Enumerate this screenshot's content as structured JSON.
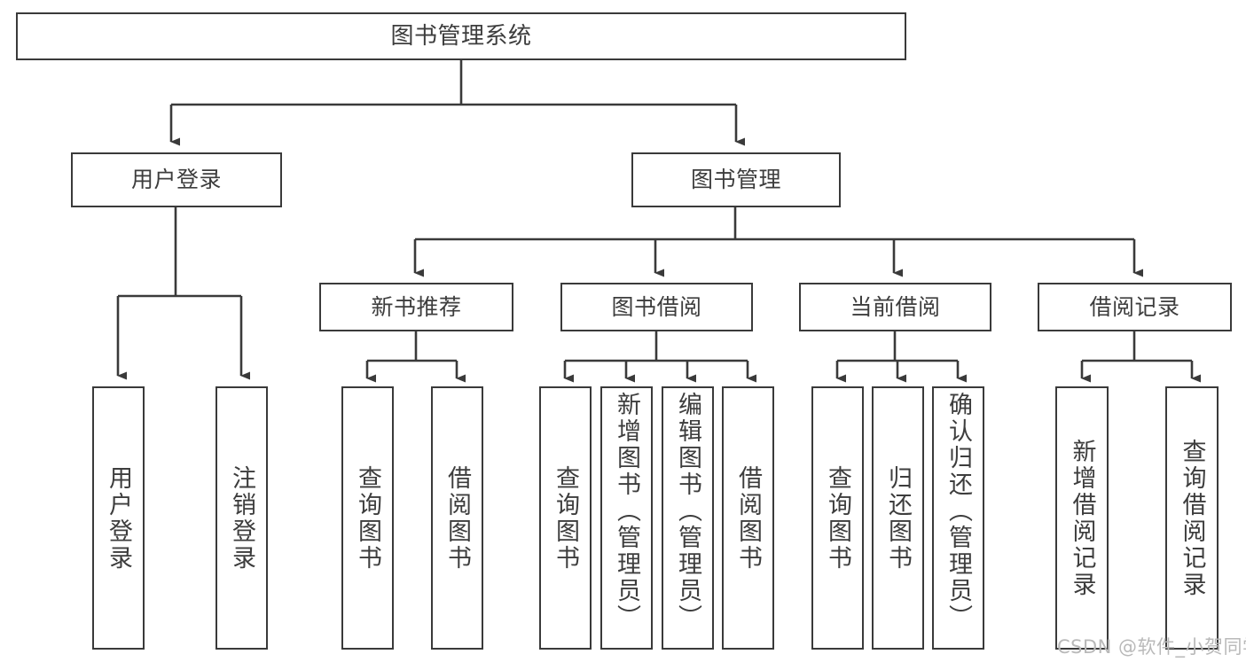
{
  "diagram": {
    "type": "tree-hierarchy",
    "title": "图书管理系统",
    "root": {
      "label": "图书管理系统"
    },
    "level1": [
      {
        "label": "用户登录"
      },
      {
        "label": "图书管理"
      }
    ],
    "level2": [
      {
        "label": "新书推荐"
      },
      {
        "label": "图书借阅"
      },
      {
        "label": "当前借阅"
      },
      {
        "label": "借阅记录"
      }
    ],
    "leaves": {
      "user_login": [
        {
          "label": "用户登录"
        },
        {
          "label": "注销登录"
        }
      ],
      "new_book_recommend": [
        {
          "label": "查询图书"
        },
        {
          "label": "借阅图书"
        }
      ],
      "book_borrow": [
        {
          "label": "查询图书"
        },
        {
          "label": "新增图书（管理员）"
        },
        {
          "label": "编辑图书（管理员）"
        },
        {
          "label": "借阅图书"
        }
      ],
      "current_borrow": [
        {
          "label": "查询图书"
        },
        {
          "label": "归还图书"
        },
        {
          "label": "确认归还（管理员）"
        }
      ],
      "borrow_record": [
        {
          "label": "新增借阅记录"
        },
        {
          "label": "查询借阅记录"
        }
      ]
    }
  },
  "watermark": {
    "text": "CSDN @软件_小贺同学"
  },
  "colors": {
    "stroke": "#3a3a3a",
    "text": "#3d3d3d",
    "background": "#ffffff",
    "watermark": "#b9b9b9"
  }
}
